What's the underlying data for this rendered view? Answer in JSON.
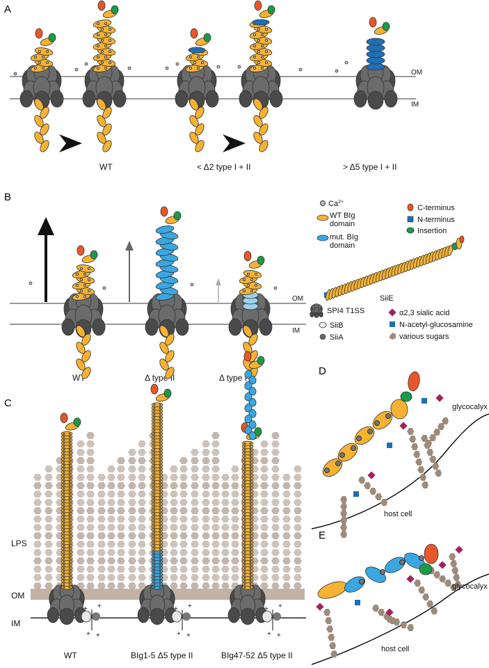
{
  "panels": {
    "A": {
      "letter": "A",
      "om": "OM",
      "im": "IM",
      "captions": [
        "WT",
        "< Δ2 type I + II",
        "> Δ5 type I + II"
      ]
    },
    "B": {
      "letter": "B",
      "om": "OM",
      "im": "IM",
      "captions": [
        "WT",
        "Δ type II",
        "Δ type I"
      ]
    },
    "C": {
      "letter": "C",
      "lps": "LPS",
      "om": "OM",
      "im": "IM",
      "captions": [
        "WT",
        "BIg1-5 Δ5 type II",
        "BIg47-52 Δ5 type II"
      ]
    },
    "D": {
      "letter": "D",
      "glycocalyx": "glycocalyx",
      "host_cell": "host cell"
    },
    "E": {
      "letter": "E",
      "glycocalyx": "glycocalyx",
      "host_cell": "host cell"
    }
  },
  "legend": {
    "ca": "Ca",
    "ca_sup": "2+",
    "wt_big_1": "WT BIg",
    "wt_big_2": "domain",
    "mut_big_1": "mut. BIg",
    "mut_big_2": "domain",
    "c_terminus": "C-terminus",
    "n_terminus": "N-terminus",
    "insertion": "Insertion",
    "siie": "SiiE",
    "t1ss": "SPI4 T1SS",
    "siib": "SiiB",
    "siia": "SiiA",
    "sialic": "α2,3 sialic acid",
    "nacetyl": "N-acetyl-glucosamine",
    "sugars": "various sugars"
  },
  "colors": {
    "big_wt": "#f6b233",
    "big_mut": "#3aa7e1",
    "big_mut_light": "#9dd3ee",
    "c_terminus": "#e8572a",
    "n_terminus": "#1f6fb5",
    "insertion": "#1b9a48",
    "t1ss": "#6b6b6b",
    "t1ss_dark": "#4a4a4a",
    "sialic": "#a4215a",
    "sugar": "#9e8b7b",
    "lps": "#c9bcb3"
  }
}
